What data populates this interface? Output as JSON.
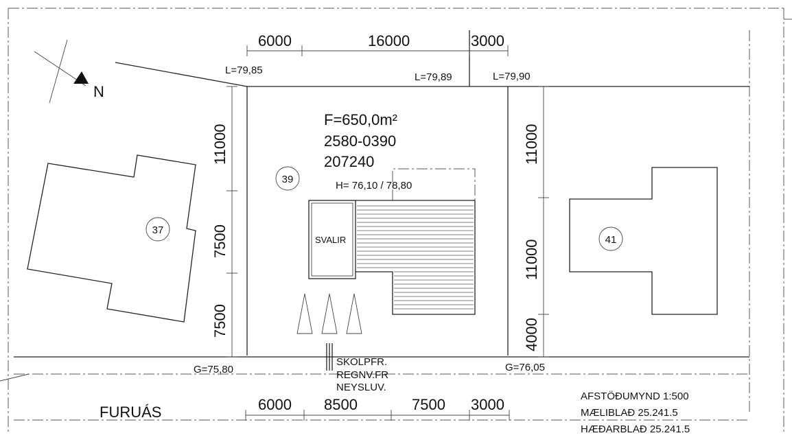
{
  "north": {
    "label": "N"
  },
  "plot": {
    "area": "F=650,0m²",
    "land_id": "2580-0390",
    "property_id": "207240"
  },
  "elevations": {
    "l_left": "L=79,85",
    "l_mid": "L=79,89",
    "l_right": "L=79,90",
    "g_left": "G=75,80",
    "g_right": "G=76,05",
    "house_height": "H= 76,10 / 78,80"
  },
  "lots": {
    "left": "37",
    "center": "39",
    "right": "41"
  },
  "dimensions": {
    "top": [
      "6000",
      "16000",
      "3000"
    ],
    "bottom": [
      "6000",
      "8500",
      "7500",
      "3000"
    ],
    "left": [
      "11000",
      "7500",
      "7500"
    ],
    "right": [
      "11000",
      "11000",
      "4000"
    ]
  },
  "balcony": "SVALIR",
  "utilities": [
    "SKOLPFR.",
    "REGNV.FR",
    "NEYSLUV."
  ],
  "street": "FURUÁS",
  "notes": [
    "AFSTÖÐUMYND 1:500",
    "MÆLIBLAÐ 25.241.5",
    "HÆÐARBLAÐ 25.241.5"
  ]
}
